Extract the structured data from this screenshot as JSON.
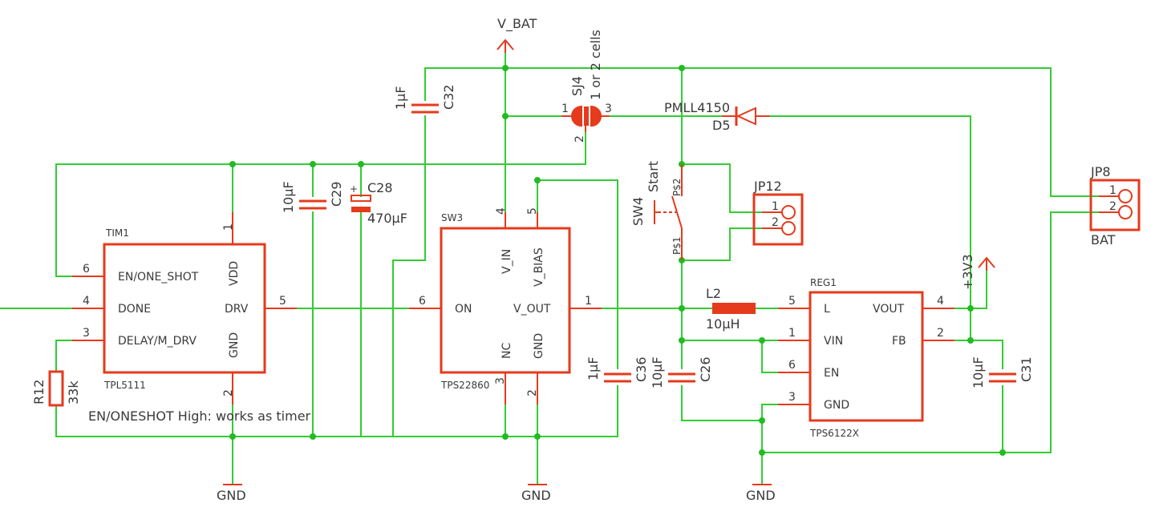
{
  "nets": {
    "vbat": "V_BAT",
    "v3v3": "+3V3",
    "gnd": "GND"
  },
  "tim1": {
    "ref": "TIM1",
    "part": "TPL5111",
    "pins": {
      "en": "EN/ONE_SHOT",
      "done": "DONE",
      "delay": "DELAY/M_DRV",
      "vdd": "VDD",
      "drv": "DRV",
      "gnd": "GND"
    },
    "nums": {
      "en": "6",
      "done": "4",
      "delay": "3",
      "vdd": "1",
      "drv": "5",
      "gnd": "2"
    }
  },
  "sw3": {
    "ref": "SW3",
    "part": "TPS22860",
    "pins": {
      "vin": "V_IN",
      "vbias": "V_BIAS",
      "on": "ON",
      "vout": "V_OUT",
      "nc": "NC",
      "gnd": "GND"
    },
    "nums": {
      "vin": "4",
      "vbias": "5",
      "on": "6",
      "vout": "1",
      "nc": "3",
      "gnd": "2"
    }
  },
  "reg1": {
    "ref": "REG1",
    "part": "TPS6122X",
    "pins": {
      "l": "L",
      "vin": "VIN",
      "en": "EN",
      "gnd": "GND",
      "vout": "VOUT",
      "fb": "FB"
    },
    "nums": {
      "l": "5",
      "vin": "1",
      "en": "6",
      "gnd": "3",
      "vout": "4",
      "fb": "2"
    }
  },
  "r12": {
    "ref": "R12",
    "value": "33k"
  },
  "c32": {
    "ref": "C32",
    "value": "1µF"
  },
  "c29": {
    "ref": "C29",
    "value": "10µF"
  },
  "c28": {
    "ref": "C28",
    "value": "470µF",
    "polarity": "+"
  },
  "c36": {
    "ref": "C36",
    "value": "1µF"
  },
  "c26": {
    "ref": "C26",
    "value": "10µF"
  },
  "c31": {
    "ref": "C31",
    "value": "10µF"
  },
  "l2": {
    "ref": "L2",
    "value": "10µH"
  },
  "sj4": {
    "ref": "SJ4",
    "value": "1 or 2 cells",
    "p1": "1",
    "p2": "2",
    "p3": "3"
  },
  "d5": {
    "ref": "D5",
    "value": "PMLL4150"
  },
  "sw4": {
    "ref": "SW4",
    "value": "Start",
    "p2": "P$2",
    "p1": "P$1"
  },
  "jp12": {
    "ref": "JP12",
    "p1": "1",
    "p2": "2"
  },
  "jp8": {
    "ref": "JP8",
    "value": "BAT",
    "p1": "1",
    "p2": "2"
  },
  "note": "EN/ONESHOT High: works as timer",
  "colors": {
    "wire": "#33cc33",
    "symbol": "#e53a1c",
    "junction": "#22bb22",
    "text": "#3a3a3a"
  }
}
